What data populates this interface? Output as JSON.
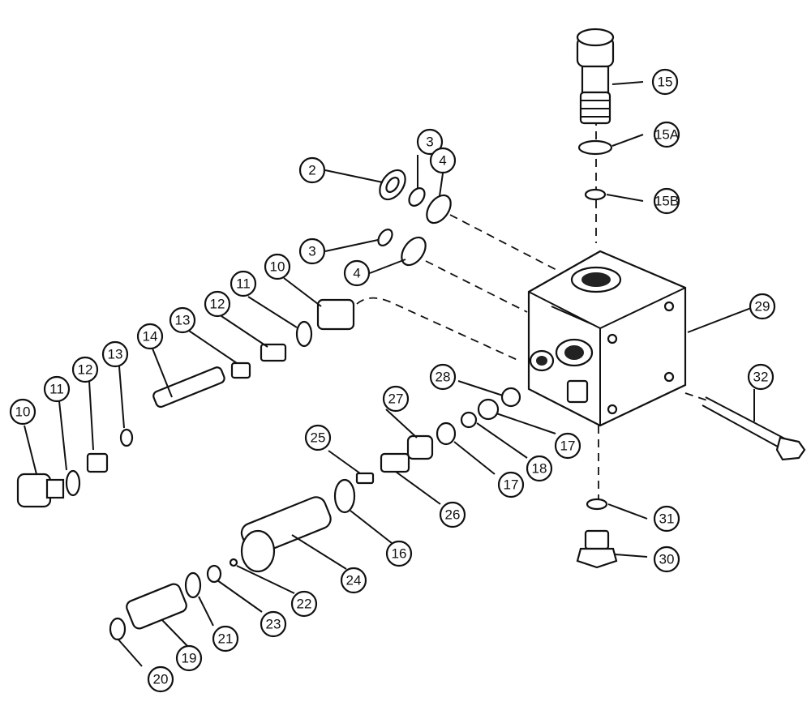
{
  "callouts": [
    {
      "id": "c-15",
      "label": "15"
    },
    {
      "id": "c-15a",
      "label": "15A"
    },
    {
      "id": "c-15b",
      "label": "15B"
    },
    {
      "id": "c-2",
      "label": "2"
    },
    {
      "id": "c-3a",
      "label": "3"
    },
    {
      "id": "c-4a",
      "label": "4"
    },
    {
      "id": "c-3b",
      "label": "3"
    },
    {
      "id": "c-4b",
      "label": "4"
    },
    {
      "id": "c-10a",
      "label": "10"
    },
    {
      "id": "c-11a",
      "label": "11"
    },
    {
      "id": "c-12a",
      "label": "12"
    },
    {
      "id": "c-13a",
      "label": "13"
    },
    {
      "id": "c-14",
      "label": "14"
    },
    {
      "id": "c-13b",
      "label": "13"
    },
    {
      "id": "c-12b",
      "label": "12"
    },
    {
      "id": "c-11b",
      "label": "11"
    },
    {
      "id": "c-10b",
      "label": "10"
    },
    {
      "id": "c-29",
      "label": "29"
    },
    {
      "id": "c-32",
      "label": "32"
    },
    {
      "id": "c-28",
      "label": "28"
    },
    {
      "id": "c-27",
      "label": "27"
    },
    {
      "id": "c-25",
      "label": "25"
    },
    {
      "id": "c-17a",
      "label": "17"
    },
    {
      "id": "c-18",
      "label": "18"
    },
    {
      "id": "c-17b",
      "label": "17"
    },
    {
      "id": "c-26",
      "label": "26"
    },
    {
      "id": "c-16",
      "label": "16"
    },
    {
      "id": "c-24",
      "label": "24"
    },
    {
      "id": "c-22",
      "label": "22"
    },
    {
      "id": "c-23",
      "label": "23"
    },
    {
      "id": "c-21",
      "label": "21"
    },
    {
      "id": "c-19",
      "label": "19"
    },
    {
      "id": "c-20",
      "label": "20"
    },
    {
      "id": "c-31",
      "label": "31"
    },
    {
      "id": "c-30",
      "label": "30"
    }
  ]
}
